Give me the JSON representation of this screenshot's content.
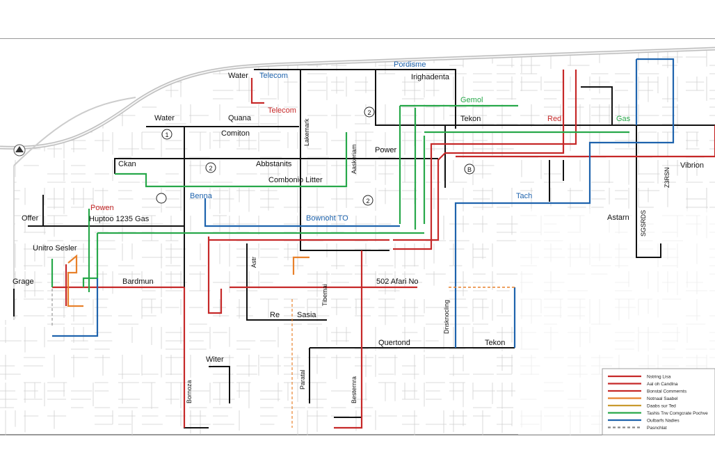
{
  "colors": {
    "water": "#c62828",
    "green": "#27a84a",
    "telecom": "#1e63ad",
    "orange": "#e8812b",
    "black": "#111111",
    "grid": "#cfcfcf",
    "road": "#bdbdbd"
  },
  "icons": {
    "compass_left": "compass-rose-icon"
  },
  "labels": {
    "water_top": "Water",
    "telecom_top": "Telecom",
    "telecom_red": "Telecom",
    "pordisme": "Pordisme",
    "irighadenta": "Irighadenta",
    "water_left": "Water",
    "quana": "Quana",
    "comiton": "Comiton",
    "gemol": "Gemol",
    "tekon": "Tekon",
    "red_right": "Red",
    "gas_right": "Gas",
    "power": "Power",
    "ckan": "Ckan",
    "abbstanits": "Abbstanits",
    "combonio": "Combonio Litter",
    "vibrion": "Vibrion",
    "offer": "Offer",
    "powen": "Powen",
    "benna": "Benna",
    "huptoo": "Huptoo 1235 Gas",
    "bownoht": "Bownoht TO",
    "tach": "Tach",
    "astarn": "Astarn",
    "unitro": "Unitro Sesler",
    "grage": "Grage",
    "bardmun": "Bardmun",
    "atari": "502 Afari No",
    "re": "Re",
    "sasia": "Sasia",
    "quertond": "Quertond",
    "tekon_bottom": "Tekon",
    "witer": "Witer",
    "vert_aasekism": "Aaskeriam",
    "vert_lakemark": "Lakemark",
    "vert_bestemra": "Besternra",
    "vert_dnsknocling": "Dnsknocling",
    "vert_paratal": "Paratal",
    "vert_bornoza": "Bornoza",
    "vert_tibemai": "Tibemai",
    "vert_astr": "Astr",
    "vert_sgsrds": "SGSRDS",
    "vert_z3rsn": "Z3RSN",
    "circle_1": "1",
    "circle_2": "2",
    "circle_3": "2",
    "circle_4": "2",
    "circle_5": "B"
  },
  "legend": {
    "items": [
      {
        "label": "Nstring Lisa",
        "color": "#c62828"
      },
      {
        "label": "Aal oh Candlna",
        "color": "#c62828"
      },
      {
        "label": "Bonstal Commernts",
        "color": "#c62828"
      },
      {
        "label": "Notnaal Saabel",
        "color": "#e8812b"
      },
      {
        "label": "Daabs sur Ted",
        "color": "#c99a2e"
      },
      {
        "label": "Tashis Trw Comgcrate Pochve",
        "color": "#27a84a"
      },
      {
        "label": "Oulbarfs Nadies",
        "color": "#1e63ad"
      },
      {
        "label": "Pasnchlat",
        "color": "#888888"
      }
    ]
  }
}
